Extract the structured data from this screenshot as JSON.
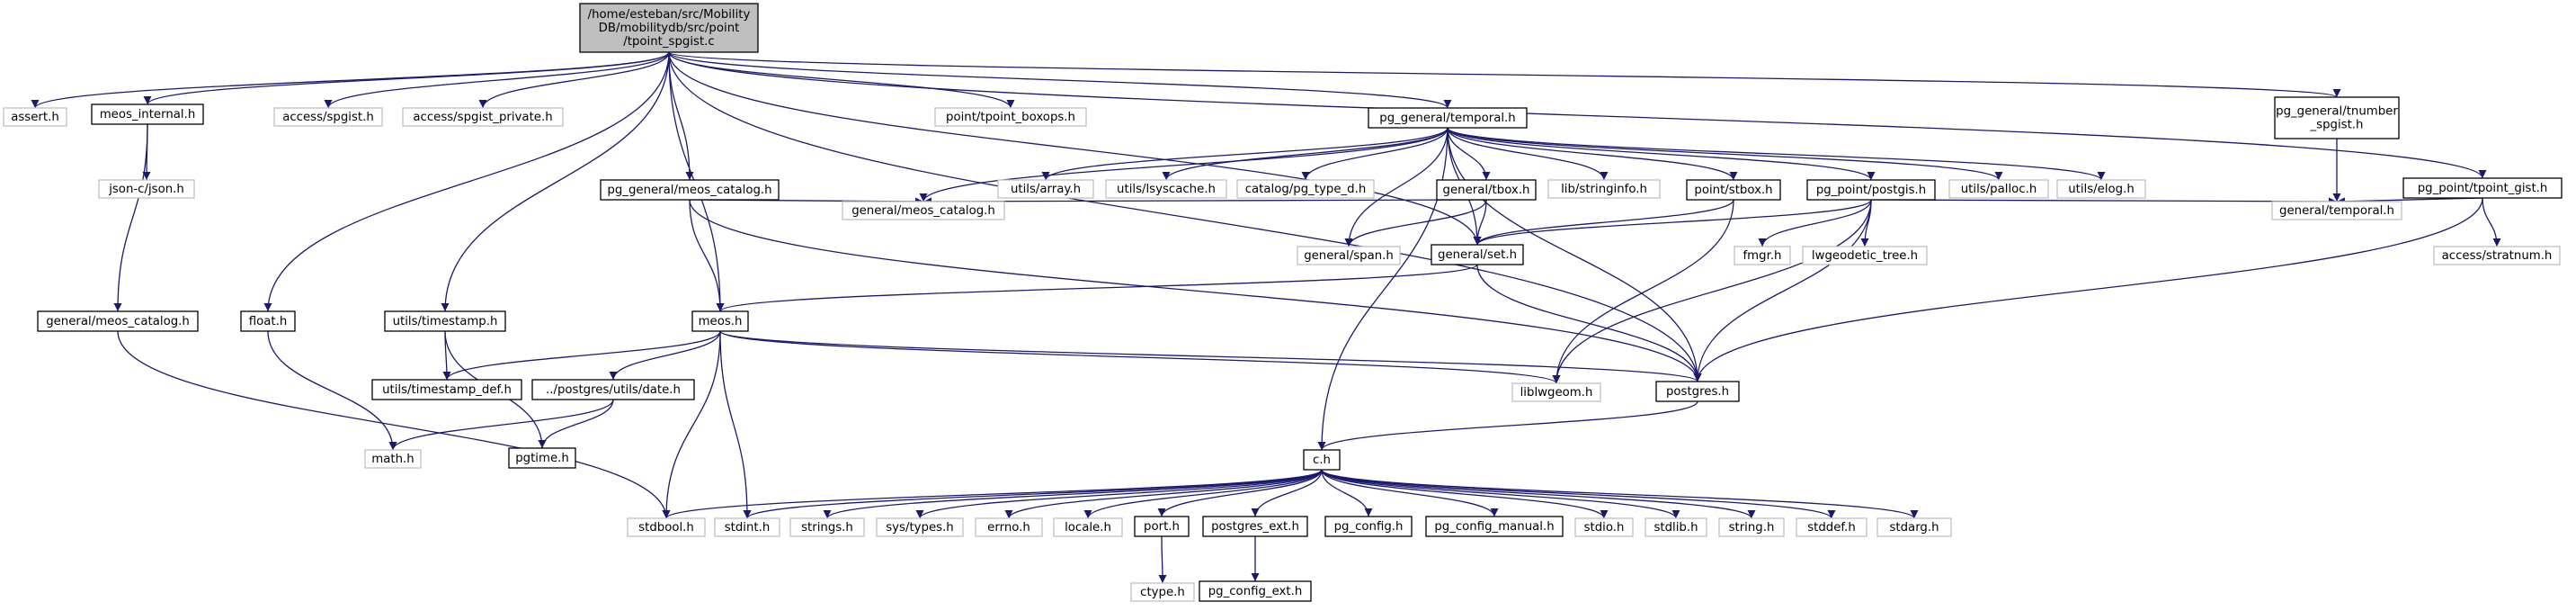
{
  "colors": {
    "edge": "#191970",
    "root_fill": "#bfbfbf",
    "documented_border": "#000000",
    "undocumented_border": "#bfbfbf",
    "background": "#ffffff"
  },
  "nodes": [
    {
      "id": "root",
      "label_lines": [
        "/home/esteban/src/Mobility",
        "DB/mobilitydb/src/point",
        "/tpoint_spgist.c"
      ],
      "kind": "root"
    },
    {
      "id": "assert_h",
      "label_lines": [
        "assert.h"
      ],
      "kind": "system"
    },
    {
      "id": "meos_internal_h",
      "label_lines": [
        "meos_internal.h"
      ],
      "kind": "documented"
    },
    {
      "id": "float_h",
      "label_lines": [
        "float.h"
      ],
      "kind": "documented"
    },
    {
      "id": "access_spgist_h",
      "label_lines": [
        "access/spgist.h"
      ],
      "kind": "system"
    },
    {
      "id": "access_spgist_private_h",
      "label_lines": [
        "access/spgist_private.h"
      ],
      "kind": "system"
    },
    {
      "id": "utils_timestamp_h",
      "label_lines": [
        "utils/timestamp.h"
      ],
      "kind": "documented"
    },
    {
      "id": "pg_general_meos_catalog_h",
      "label_lines": [
        "pg_general/meos_catalog.h"
      ],
      "kind": "documented"
    },
    {
      "id": "meos_h",
      "label_lines": [
        "meos.h"
      ],
      "kind": "documented"
    },
    {
      "id": "point_tpoint_boxops_h",
      "label_lines": [
        "point/tpoint_boxops.h"
      ],
      "kind": "system"
    },
    {
      "id": "pg_general_temporal_h",
      "label_lines": [
        "pg_general/temporal.h"
      ],
      "kind": "documented"
    },
    {
      "id": "pg_general_tnumber_spgist_h",
      "label_lines": [
        "pg_general/tnumber",
        "_spgist.h"
      ],
      "kind": "documented"
    },
    {
      "id": "pg_point_tpoint_gist_h",
      "label_lines": [
        "pg_point/tpoint_gist.h"
      ],
      "kind": "documented"
    },
    {
      "id": "json_c_json_h",
      "label_lines": [
        "json-c/json.h"
      ],
      "kind": "system"
    },
    {
      "id": "general_meos_catalog_left",
      "label_lines": [
        "general/meos_catalog.h"
      ],
      "kind": "documented"
    },
    {
      "id": "utils_array_h",
      "label_lines": [
        "utils/array.h"
      ],
      "kind": "system"
    },
    {
      "id": "utils_lsyscache_h",
      "label_lines": [
        "utils/lsyscache.h"
      ],
      "kind": "system"
    },
    {
      "id": "catalog_pg_type_d_h",
      "label_lines": [
        "catalog/pg_type_d.h"
      ],
      "kind": "system"
    },
    {
      "id": "general_tbox_h",
      "label_lines": [
        "general/tbox.h"
      ],
      "kind": "documented"
    },
    {
      "id": "lib_stringinfo_h",
      "label_lines": [
        "lib/stringinfo.h"
      ],
      "kind": "system"
    },
    {
      "id": "point_stbox_h",
      "label_lines": [
        "point/stbox.h"
      ],
      "kind": "documented"
    },
    {
      "id": "pg_point_postgis_h",
      "label_lines": [
        "pg_point/postgis.h"
      ],
      "kind": "documented"
    },
    {
      "id": "utils_palloc_h",
      "label_lines": [
        "utils/palloc.h"
      ],
      "kind": "system"
    },
    {
      "id": "utils_elog_h",
      "label_lines": [
        "utils/elog.h"
      ],
      "kind": "system"
    },
    {
      "id": "general_meos_catalog_mid",
      "label_lines": [
        "general/meos_catalog.h"
      ],
      "kind": "system"
    },
    {
      "id": "general_span_h",
      "label_lines": [
        "general/span.h"
      ],
      "kind": "system"
    },
    {
      "id": "general_set_h",
      "label_lines": [
        "general/set.h"
      ],
      "kind": "documented"
    },
    {
      "id": "fmgr_h",
      "label_lines": [
        "fmgr.h"
      ],
      "kind": "system"
    },
    {
      "id": "lwgeodetic_tree_h",
      "label_lines": [
        "lwgeodetic_tree.h"
      ],
      "kind": "system"
    },
    {
      "id": "general_temporal_h",
      "label_lines": [
        "general/temporal.h"
      ],
      "kind": "system"
    },
    {
      "id": "access_stratnum_h",
      "label_lines": [
        "access/stratnum.h"
      ],
      "kind": "system"
    },
    {
      "id": "utils_timestamp_def_h",
      "label_lines": [
        "utils/timestamp_def.h"
      ],
      "kind": "documented"
    },
    {
      "id": "postgres_utils_date_h",
      "label_lines": [
        "../postgres/utils/date.h"
      ],
      "kind": "documented"
    },
    {
      "id": "liblwgeom_h",
      "label_lines": [
        "liblwgeom.h"
      ],
      "kind": "system"
    },
    {
      "id": "postgres_h",
      "label_lines": [
        "postgres.h"
      ],
      "kind": "documented"
    },
    {
      "id": "math_h",
      "label_lines": [
        "math.h"
      ],
      "kind": "system"
    },
    {
      "id": "pgtime_h",
      "label_lines": [
        "pgtime.h"
      ],
      "kind": "documented"
    },
    {
      "id": "c_h",
      "label_lines": [
        "c.h"
      ],
      "kind": "documented"
    },
    {
      "id": "stdbool_h",
      "label_lines": [
        "stdbool.h"
      ],
      "kind": "system"
    },
    {
      "id": "stdint_h",
      "label_lines": [
        "stdint.h"
      ],
      "kind": "system"
    },
    {
      "id": "strings_h",
      "label_lines": [
        "strings.h"
      ],
      "kind": "system"
    },
    {
      "id": "sys_types_h",
      "label_lines": [
        "sys/types.h"
      ],
      "kind": "system"
    },
    {
      "id": "errno_h",
      "label_lines": [
        "errno.h"
      ],
      "kind": "system"
    },
    {
      "id": "locale_h",
      "label_lines": [
        "locale.h"
      ],
      "kind": "system"
    },
    {
      "id": "port_h",
      "label_lines": [
        "port.h"
      ],
      "kind": "documented"
    },
    {
      "id": "postgres_ext_h",
      "label_lines": [
        "postgres_ext.h"
      ],
      "kind": "documented"
    },
    {
      "id": "pg_config_h",
      "label_lines": [
        "pg_config.h"
      ],
      "kind": "documented"
    },
    {
      "id": "pg_config_manual_h",
      "label_lines": [
        "pg_config_manual.h"
      ],
      "kind": "documented"
    },
    {
      "id": "stdio_h",
      "label_lines": [
        "stdio.h"
      ],
      "kind": "system"
    },
    {
      "id": "stdlib_h",
      "label_lines": [
        "stdlib.h"
      ],
      "kind": "system"
    },
    {
      "id": "string_h",
      "label_lines": [
        "string.h"
      ],
      "kind": "system"
    },
    {
      "id": "stddef_h",
      "label_lines": [
        "stddef.h"
      ],
      "kind": "system"
    },
    {
      "id": "stdarg_h",
      "label_lines": [
        "stdarg.h"
      ],
      "kind": "system"
    },
    {
      "id": "ctype_h",
      "label_lines": [
        "ctype.h"
      ],
      "kind": "system"
    },
    {
      "id": "pg_config_ext_h",
      "label_lines": [
        "pg_config_ext.h"
      ],
      "kind": "documented"
    }
  ],
  "edges": [
    [
      "root",
      "assert_h"
    ],
    [
      "root",
      "meos_internal_h"
    ],
    [
      "root",
      "float_h"
    ],
    [
      "root",
      "access_spgist_h"
    ],
    [
      "root",
      "access_spgist_private_h"
    ],
    [
      "root",
      "utils_timestamp_h"
    ],
    [
      "root",
      "pg_general_meos_catalog_h"
    ],
    [
      "root",
      "meos_h"
    ],
    [
      "root",
      "point_tpoint_boxops_h"
    ],
    [
      "root",
      "pg_general_temporal_h"
    ],
    [
      "root",
      "general_set_h"
    ],
    [
      "root",
      "pg_general_tnumber_spgist_h"
    ],
    [
      "root",
      "pg_point_tpoint_gist_h"
    ],
    [
      "root",
      "postgres_h"
    ],
    [
      "meos_internal_h",
      "json_c_json_h"
    ],
    [
      "meos_internal_h",
      "general_meos_catalog_left"
    ],
    [
      "general_meos_catalog_left",
      "stdbool_h"
    ],
    [
      "float_h",
      "math_h"
    ],
    [
      "utils_timestamp_h",
      "utils_timestamp_def_h"
    ],
    [
      "utils_timestamp_h",
      "pgtime_h"
    ],
    [
      "pg_general_meos_catalog_h",
      "general_meos_catalog_mid"
    ],
    [
      "pg_general_meos_catalog_h",
      "meos_h"
    ],
    [
      "pg_general_meos_catalog_h",
      "postgres_h"
    ],
    [
      "pg_general_temporal_h",
      "general_meos_catalog_mid"
    ],
    [
      "pg_general_temporal_h",
      "c_h"
    ],
    [
      "pg_general_temporal_h",
      "utils_array_h"
    ],
    [
      "pg_general_temporal_h",
      "utils_lsyscache_h"
    ],
    [
      "pg_general_temporal_h",
      "catalog_pg_type_d_h"
    ],
    [
      "pg_general_temporal_h",
      "general_span_h"
    ],
    [
      "pg_general_temporal_h",
      "general_tbox_h"
    ],
    [
      "pg_general_temporal_h",
      "lib_stringinfo_h"
    ],
    [
      "pg_general_temporal_h",
      "general_set_h"
    ],
    [
      "pg_general_temporal_h",
      "point_stbox_h"
    ],
    [
      "pg_general_temporal_h",
      "pg_point_postgis_h"
    ],
    [
      "pg_general_temporal_h",
      "utils_palloc_h"
    ],
    [
      "pg_general_temporal_h",
      "utils_elog_h"
    ],
    [
      "pg_general_temporal_h",
      "postgres_h"
    ],
    [
      "general_tbox_h",
      "general_meos_catalog_mid"
    ],
    [
      "general_tbox_h",
      "general_span_h"
    ],
    [
      "general_tbox_h",
      "general_set_h"
    ],
    [
      "point_stbox_h",
      "general_set_h"
    ],
    [
      "point_stbox_h",
      "liblwgeom_h"
    ],
    [
      "pg_point_postgis_h",
      "general_set_h"
    ],
    [
      "pg_point_postgis_h",
      "fmgr_h"
    ],
    [
      "pg_point_postgis_h",
      "lwgeodetic_tree_h"
    ],
    [
      "pg_point_postgis_h",
      "liblwgeom_h"
    ],
    [
      "pg_point_postgis_h",
      "postgres_h"
    ],
    [
      "pg_point_postgis_h",
      "general_temporal_h"
    ],
    [
      "pg_general_tnumber_spgist_h",
      "general_temporal_h"
    ],
    [
      "pg_point_tpoint_gist_h",
      "general_temporal_h"
    ],
    [
      "pg_point_tpoint_gist_h",
      "access_stratnum_h"
    ],
    [
      "pg_point_tpoint_gist_h",
      "postgres_h"
    ],
    [
      "general_set_h",
      "meos_h"
    ],
    [
      "general_set_h",
      "postgres_h"
    ],
    [
      "meos_h",
      "stdbool_h"
    ],
    [
      "meos_h",
      "stdint_h"
    ],
    [
      "meos_h",
      "utils_timestamp_def_h"
    ],
    [
      "meos_h",
      "postgres_utils_date_h"
    ],
    [
      "meos_h",
      "liblwgeom_h"
    ],
    [
      "meos_h",
      "postgres_h"
    ],
    [
      "postgres_utils_date_h",
      "math_h"
    ],
    [
      "postgres_utils_date_h",
      "pgtime_h"
    ],
    [
      "postgres_h",
      "c_h"
    ],
    [
      "c_h",
      "stdbool_h"
    ],
    [
      "c_h",
      "stdint_h"
    ],
    [
      "c_h",
      "strings_h"
    ],
    [
      "c_h",
      "sys_types_h"
    ],
    [
      "c_h",
      "errno_h"
    ],
    [
      "c_h",
      "locale_h"
    ],
    [
      "c_h",
      "port_h"
    ],
    [
      "c_h",
      "postgres_ext_h"
    ],
    [
      "c_h",
      "pg_config_h"
    ],
    [
      "c_h",
      "pg_config_manual_h"
    ],
    [
      "c_h",
      "stdio_h"
    ],
    [
      "c_h",
      "stdlib_h"
    ],
    [
      "c_h",
      "string_h"
    ],
    [
      "c_h",
      "stddef_h"
    ],
    [
      "c_h",
      "stdarg_h"
    ],
    [
      "port_h",
      "ctype_h"
    ],
    [
      "postgres_ext_h",
      "pg_config_ext_h"
    ]
  ]
}
